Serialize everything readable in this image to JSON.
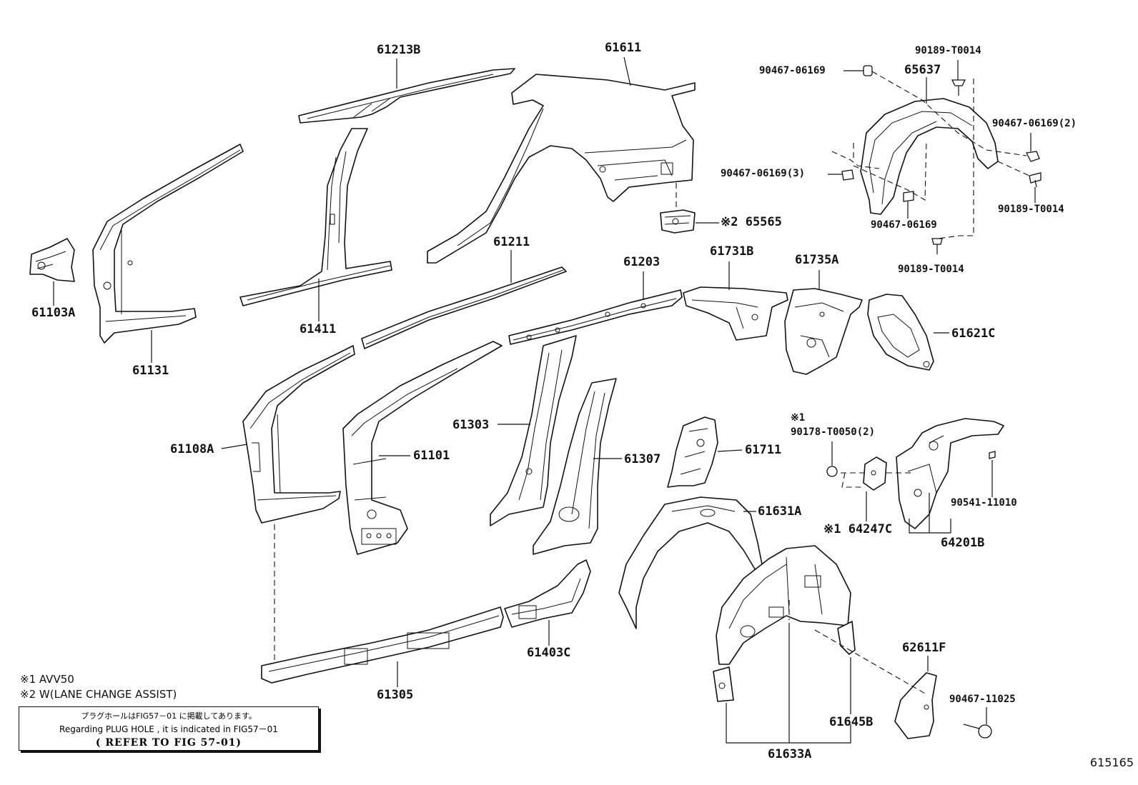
{
  "labels": {
    "p61213B": "61213B",
    "p61611": "61611",
    "p90467_06169_a": "90467-06169",
    "p90189_T0014_a": "90189-T0014",
    "p65637": "65637",
    "p90467_06169_2": "90467-06169(2)",
    "p90467_06169_3": "90467-06169(3)",
    "p90189_T0014_b": "90189-T0014",
    "p65565": "※2 65565",
    "p90467_06169_b": "90467-06169",
    "p90189_T0014_c": "90189-T0014",
    "p61211": "61211",
    "p61203": "61203",
    "p61731B": "61731B",
    "p61735A": "61735A",
    "p61621C": "61621C",
    "p61103A": "61103A",
    "p61411": "61411",
    "p61131": "61131",
    "p61108A": "61108A",
    "p61101": "61101",
    "p61303": "61303",
    "p61307": "61307",
    "p61711": "61711",
    "note1_small": "※1",
    "p90178_T0050": "90178-T0050(2)",
    "p90541_11010": "90541-11010",
    "p61631A": "61631A",
    "p64247C": "※1 64247C",
    "p64201B": "64201B",
    "p62611F": "62611F",
    "p90467_11025": "90467-11025",
    "p61403C": "61403C",
    "p61305": "61305",
    "p61645B": "61645B",
    "p61633A": "61633A"
  },
  "legend": {
    "note1": "※1 AVV50",
    "note2": "※2 W(LANE CHANGE ASSIST)"
  },
  "refbox": {
    "line_jp": "プラグホールはFIG57－01 に掲載してあります。",
    "line_en": "Regarding PLUG HOLE , it is indicated in FIG57－01",
    "line_ref": "( REFER TO FIG 57-01)"
  },
  "figure_number": "615165"
}
